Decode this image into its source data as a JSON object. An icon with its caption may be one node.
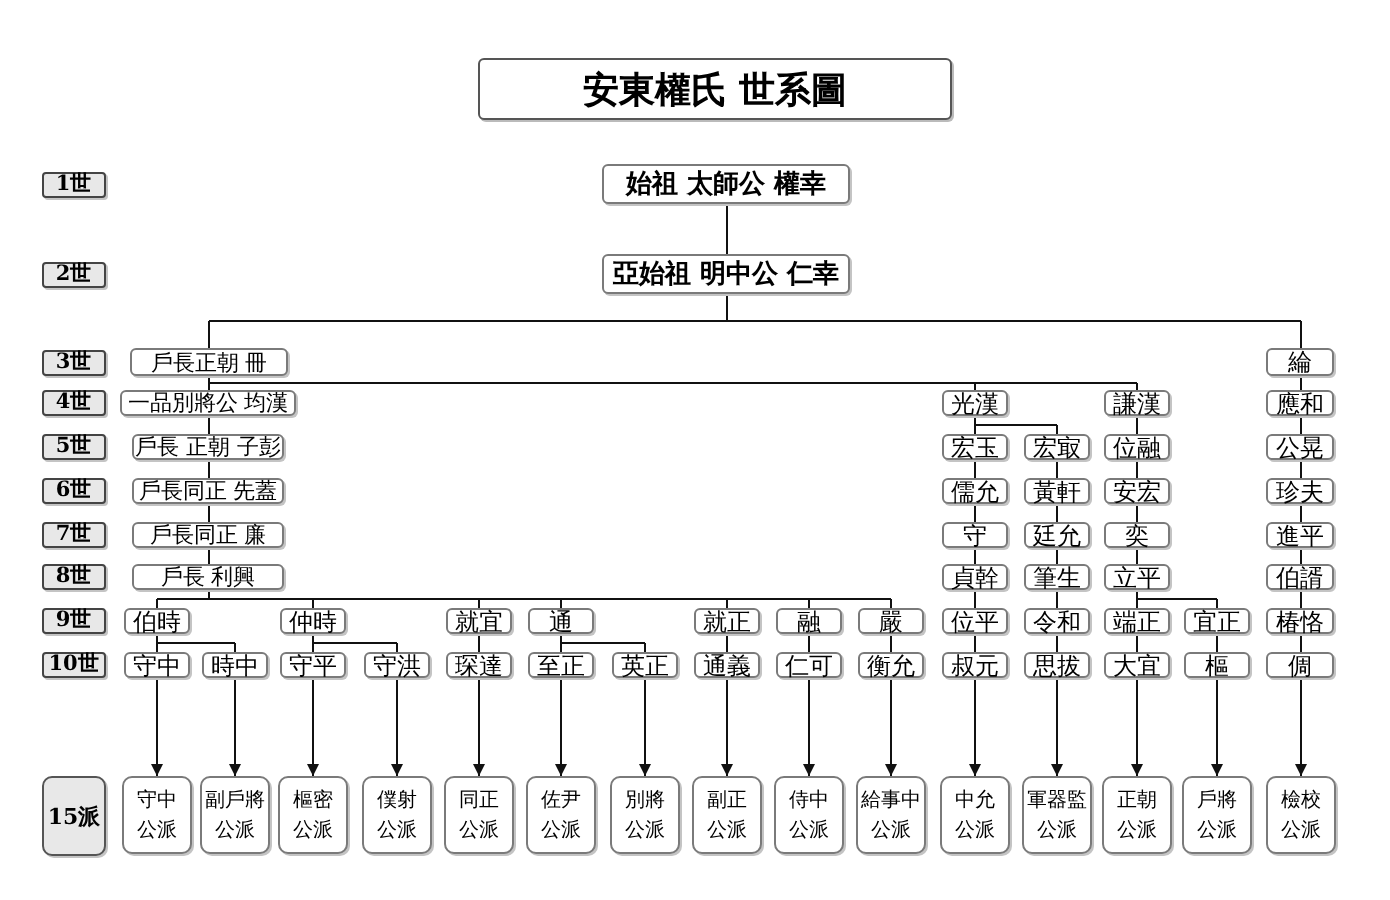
{
  "diagram": {
    "title": "安東權氏 世系圖",
    "nodes": [
      {
        "text": [
          "1世"
        ]
      },
      {
        "text": [
          "始祖 太師公 權幸"
        ]
      },
      {
        "text": [
          "2世"
        ]
      },
      {
        "text": [
          "亞始祖 明中公 仁幸"
        ]
      },
      {
        "text": [
          "3世"
        ]
      },
      {
        "text": [
          "戶長正朝 冊"
        ]
      },
      {
        "text": [
          "綸"
        ]
      },
      {
        "text": [
          "4世"
        ]
      },
      {
        "text": [
          "一品別將公 均漢"
        ]
      },
      {
        "text": [
          "光漢"
        ]
      },
      {
        "text": [
          "謙漢"
        ]
      },
      {
        "text": [
          "應和"
        ]
      },
      {
        "text": [
          "5世"
        ]
      },
      {
        "text": [
          "戶長 正朝 子彭"
        ]
      },
      {
        "text": [
          "宏玉"
        ]
      },
      {
        "text": [
          "宏㝡"
        ]
      },
      {
        "text": [
          "位融"
        ]
      },
      {
        "text": [
          "公晃"
        ]
      },
      {
        "text": [
          "6世"
        ]
      },
      {
        "text": [
          "戶長同正 先蓋"
        ]
      },
      {
        "text": [
          "儒允"
        ]
      },
      {
        "text": [
          "黃軒"
        ]
      },
      {
        "text": [
          "安宏"
        ]
      },
      {
        "text": [
          "珍夫"
        ]
      },
      {
        "text": [
          "7世"
        ]
      },
      {
        "text": [
          "戶長同正 廉"
        ]
      },
      {
        "text": [
          "守"
        ]
      },
      {
        "text": [
          "廷允"
        ]
      },
      {
        "text": [
          "奕"
        ]
      },
      {
        "text": [
          "進平"
        ]
      },
      {
        "text": [
          "8世"
        ]
      },
      {
        "text": [
          "戶長 利興"
        ]
      },
      {
        "text": [
          "貞幹"
        ]
      },
      {
        "text": [
          "筆生"
        ]
      },
      {
        "text": [
          "立平"
        ]
      },
      {
        "text": [
          "伯諝"
        ]
      },
      {
        "text": [
          "9世"
        ]
      },
      {
        "text": [
          "伯時"
        ]
      },
      {
        "text": [
          "仲時"
        ]
      },
      {
        "text": [
          "就宜"
        ]
      },
      {
        "text": [
          "通"
        ]
      },
      {
        "text": [
          "就正"
        ]
      },
      {
        "text": [
          "融"
        ]
      },
      {
        "text": [
          "嚴"
        ]
      },
      {
        "text": [
          "位平"
        ]
      },
      {
        "text": [
          "令和"
        ]
      },
      {
        "text": [
          "端正"
        ]
      },
      {
        "text": [
          "宜正"
        ]
      },
      {
        "text": [
          "椿恪"
        ]
      },
      {
        "text": [
          "10世"
        ]
      },
      {
        "text": [
          "守中"
        ]
      },
      {
        "text": [
          "時中"
        ]
      },
      {
        "text": [
          "守平"
        ]
      },
      {
        "text": [
          "守洪"
        ]
      },
      {
        "text": [
          "琛達"
        ]
      },
      {
        "text": [
          "至正"
        ]
      },
      {
        "text": [
          "英正"
        ]
      },
      {
        "text": [
          "通義"
        ]
      },
      {
        "text": [
          "仁可"
        ]
      },
      {
        "text": [
          "衡允"
        ]
      },
      {
        "text": [
          "叔元"
        ]
      },
      {
        "text": [
          "思拔"
        ]
      },
      {
        "text": [
          "大宜"
        ]
      },
      {
        "text": [
          "樞"
        ]
      },
      {
        "text": [
          "倜"
        ]
      },
      {
        "text": [
          "15派"
        ]
      },
      {
        "text": [
          "守中公派"
        ]
      },
      {
        "text": [
          "副戶將公派"
        ]
      },
      {
        "text": [
          "樞密公派"
        ]
      },
      {
        "text": [
          "僕射公派"
        ]
      },
      {
        "text": [
          "同正公派"
        ]
      },
      {
        "text": [
          "佐尹公派"
        ]
      },
      {
        "text": [
          "別將公派"
        ]
      },
      {
        "text": [
          "副正公派"
        ]
      },
      {
        "text": [
          "侍中公派"
        ]
      },
      {
        "text": [
          "給事中公派"
        ]
      },
      {
        "text": [
          "中允公派"
        ]
      },
      {
        "text": [
          "軍器監公派"
        ]
      },
      {
        "text": [
          "正朝公派"
        ]
      },
      {
        "text": [
          "戶將公派"
        ]
      },
      {
        "text": [
          "檢校公派"
        ]
      }
    ],
    "edges": [
      {
        "from": 1,
        "to": 3,
        "arrow": "none"
      },
      {
        "from": 3,
        "to": 5,
        "arrow": "none"
      },
      {
        "from": 3,
        "to": 6,
        "arrow": "none"
      },
      {
        "from": 5,
        "to": 8,
        "arrow": "none"
      },
      {
        "from": 5,
        "to": 9,
        "arrow": "none"
      },
      {
        "from": 5,
        "to": 10,
        "arrow": "none"
      },
      {
        "from": 6,
        "to": 11,
        "arrow": "none"
      },
      {
        "from": 8,
        "to": 13,
        "arrow": "none"
      },
      {
        "from": 9,
        "to": 14,
        "arrow": "none"
      },
      {
        "from": 9,
        "to": 15,
        "arrow": "none"
      },
      {
        "from": 10,
        "to": 16,
        "arrow": "none"
      },
      {
        "from": 11,
        "to": 17,
        "arrow": "none"
      },
      {
        "from": 13,
        "to": 19,
        "arrow": "none"
      },
      {
        "from": 14,
        "to": 20,
        "arrow": "none"
      },
      {
        "from": 15,
        "to": 21,
        "arrow": "none"
      },
      {
        "from": 16,
        "to": 22,
        "arrow": "none"
      },
      {
        "from": 17,
        "to": 23,
        "arrow": "none"
      },
      {
        "from": 19,
        "to": 25,
        "arrow": "none"
      },
      {
        "from": 20,
        "to": 26,
        "arrow": "none"
      },
      {
        "from": 21,
        "to": 27,
        "arrow": "none"
      },
      {
        "from": 22,
        "to": 28,
        "arrow": "none"
      },
      {
        "from": 23,
        "to": 29,
        "arrow": "none"
      },
      {
        "from": 25,
        "to": 31,
        "arrow": "none"
      },
      {
        "from": 26,
        "to": 32,
        "arrow": "none"
      },
      {
        "from": 27,
        "to": 33,
        "arrow": "none"
      },
      {
        "from": 28,
        "to": 34,
        "arrow": "none"
      },
      {
        "from": 29,
        "to": 35,
        "arrow": "none"
      },
      {
        "from": 31,
        "to": 37,
        "arrow": "none"
      },
      {
        "from": 31,
        "to": 38,
        "arrow": "none"
      },
      {
        "from": 31,
        "to": 39,
        "arrow": "none"
      },
      {
        "from": 31,
        "to": 40,
        "arrow": "none"
      },
      {
        "from": 31,
        "to": 41,
        "arrow": "none"
      },
      {
        "from": 31,
        "to": 42,
        "arrow": "none"
      },
      {
        "from": 31,
        "to": 43,
        "arrow": "none"
      },
      {
        "from": 32,
        "to": 44,
        "arrow": "none"
      },
      {
        "from": 33,
        "to": 45,
        "arrow": "none"
      },
      {
        "from": 34,
        "to": 46,
        "arrow": "none"
      },
      {
        "from": 34,
        "to": 47,
        "arrow": "none"
      },
      {
        "from": 35,
        "to": 48,
        "arrow": "none"
      },
      {
        "from": 37,
        "to": 50,
        "arrow": "none"
      },
      {
        "from": 37,
        "to": 51,
        "arrow": "none"
      },
      {
        "from": 38,
        "to": 52,
        "arrow": "none"
      },
      {
        "from": 38,
        "to": 53,
        "arrow": "none"
      },
      {
        "from": 39,
        "to": 54,
        "arrow": "none"
      },
      {
        "from": 40,
        "to": 55,
        "arrow": "none"
      },
      {
        "from": 40,
        "to": 56,
        "arrow": "none"
      },
      {
        "from": 41,
        "to": 57,
        "arrow": "none"
      },
      {
        "from": 42,
        "to": 58,
        "arrow": "none"
      },
      {
        "from": 43,
        "to": 59,
        "arrow": "none"
      },
      {
        "from": 44,
        "to": 60,
        "arrow": "none"
      },
      {
        "from": 45,
        "to": 61,
        "arrow": "none"
      },
      {
        "from": 46,
        "to": 62,
        "arrow": "none"
      },
      {
        "from": 47,
        "to": 63,
        "arrow": "none"
      },
      {
        "from": 48,
        "to": 64,
        "arrow": "none"
      },
      {
        "from": 50,
        "to": 66,
        "arrow": "to"
      },
      {
        "from": 51,
        "to": 67,
        "arrow": "to"
      },
      {
        "from": 52,
        "to": 68,
        "arrow": "to"
      },
      {
        "from": 53,
        "to": 69,
        "arrow": "to"
      },
      {
        "from": 54,
        "to": 70,
        "arrow": "to"
      },
      {
        "from": 55,
        "to": 71,
        "arrow": "to"
      },
      {
        "from": 56,
        "to": 72,
        "arrow": "to"
      },
      {
        "from": 57,
        "to": 73,
        "arrow": "to"
      },
      {
        "from": 58,
        "to": 74,
        "arrow": "to"
      },
      {
        "from": 59,
        "to": 75,
        "arrow": "to"
      },
      {
        "from": 60,
        "to": 76,
        "arrow": "to"
      },
      {
        "from": 61,
        "to": 77,
        "arrow": "to"
      },
      {
        "from": 62,
        "to": 78,
        "arrow": "to"
      },
      {
        "from": 63,
        "to": 79,
        "arrow": "to"
      },
      {
        "from": 64,
        "to": 80,
        "arrow": "to"
      }
    ]
  }
}
